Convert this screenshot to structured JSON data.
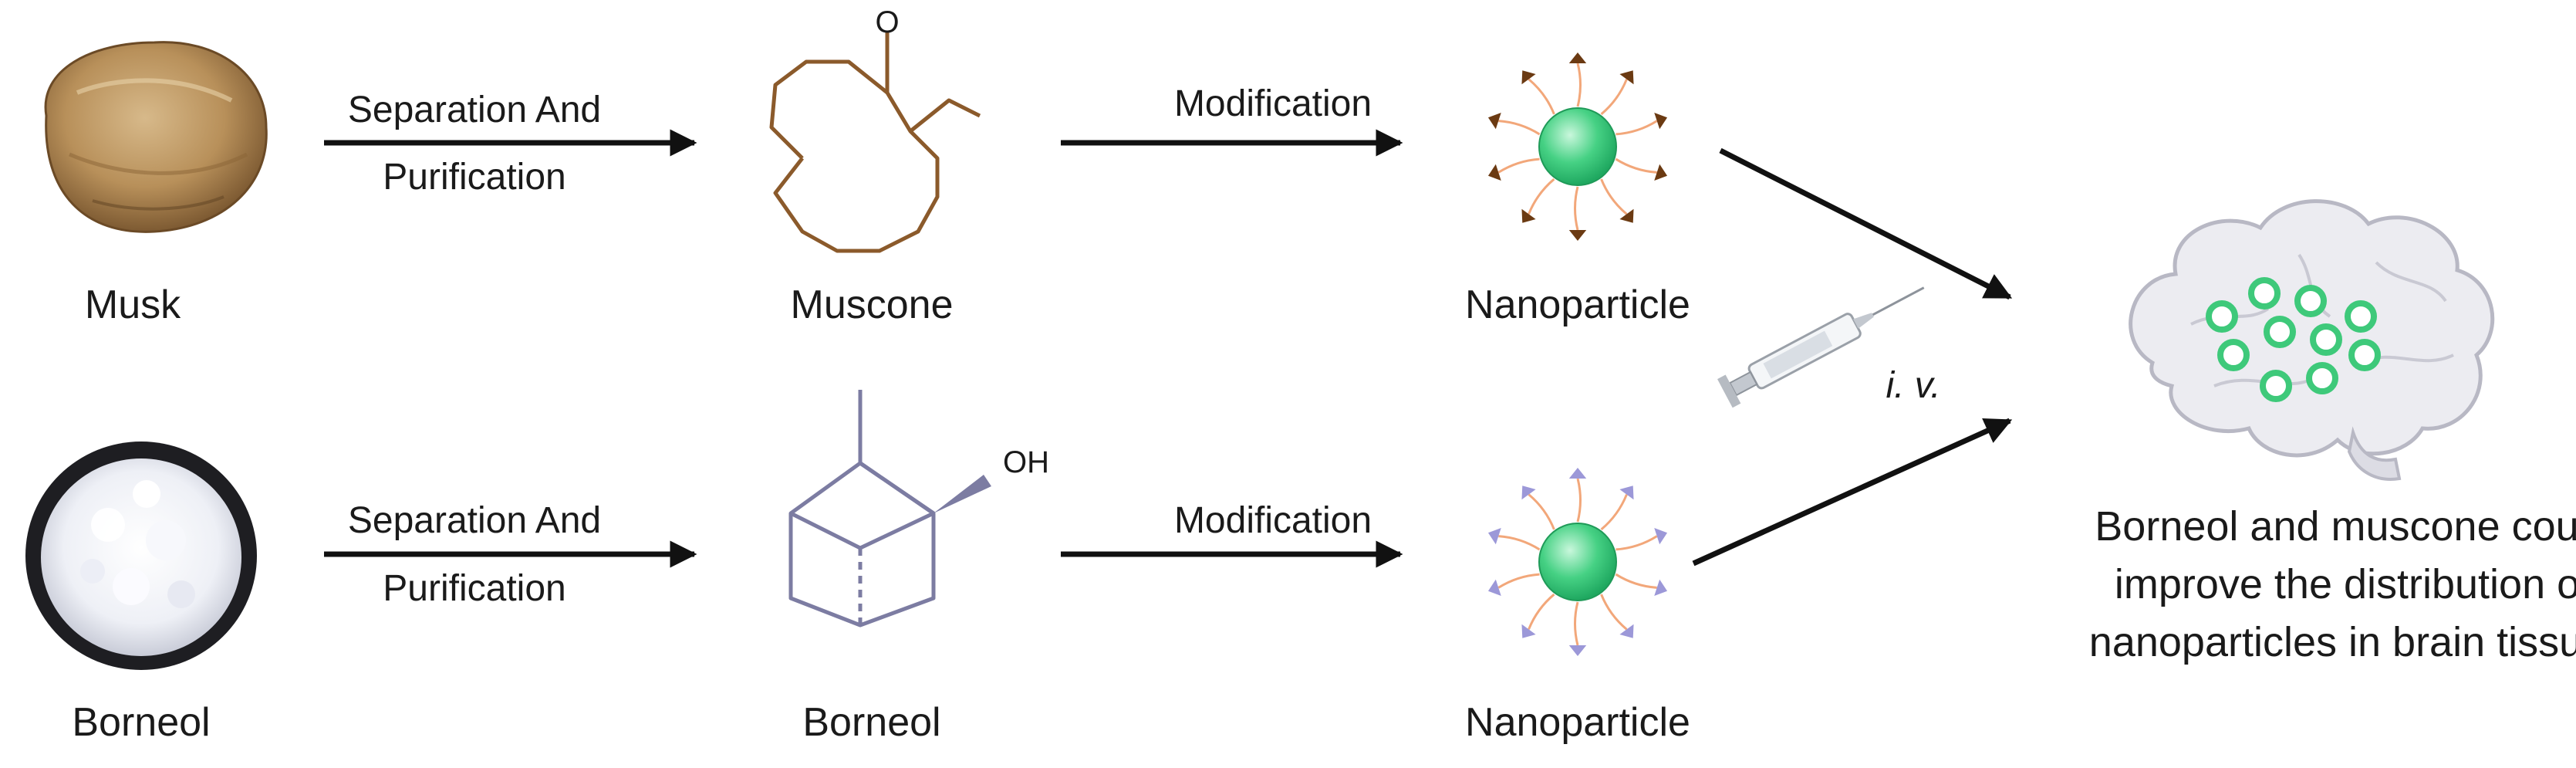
{
  "labels": {
    "musk": "Musk",
    "muscone": "Muscone",
    "nanoparticle_top": "Nanoparticle",
    "borneol_source": "Borneol",
    "borneol_molecule": "Borneol",
    "nanoparticle_bottom": "Nanoparticle",
    "oxygen_atom": "O",
    "hydroxyl_group": "OH"
  },
  "steps": {
    "separation_top_line1": "Separation And",
    "separation_top_line2": "Purification",
    "separation_bottom_line1": "Separation And",
    "separation_bottom_line2": "Purification",
    "modification_top": "Modification",
    "modification_bottom": "Modification",
    "injection_route": "i. v."
  },
  "conclusion": {
    "line1": "Borneol and muscone could",
    "line2": "improve the distribution of",
    "line3": "nanoparticles in brain tissue."
  },
  "colors": {
    "muscone": "#8B5A2B",
    "borneol": "#7C7CA2",
    "nanoparticle_core": "#3ec97a",
    "ligand_top": "#6B3A12",
    "ligand_bottom": "#9C98D8",
    "linker": "#F2A77A",
    "brain": "#E9E9EE",
    "brain_outline": "#B8B8C4",
    "arrow": "#111111"
  },
  "icons": [
    "musk-pod-image",
    "borneol-crystals-image",
    "syringe-icon",
    "brain-icon"
  ]
}
